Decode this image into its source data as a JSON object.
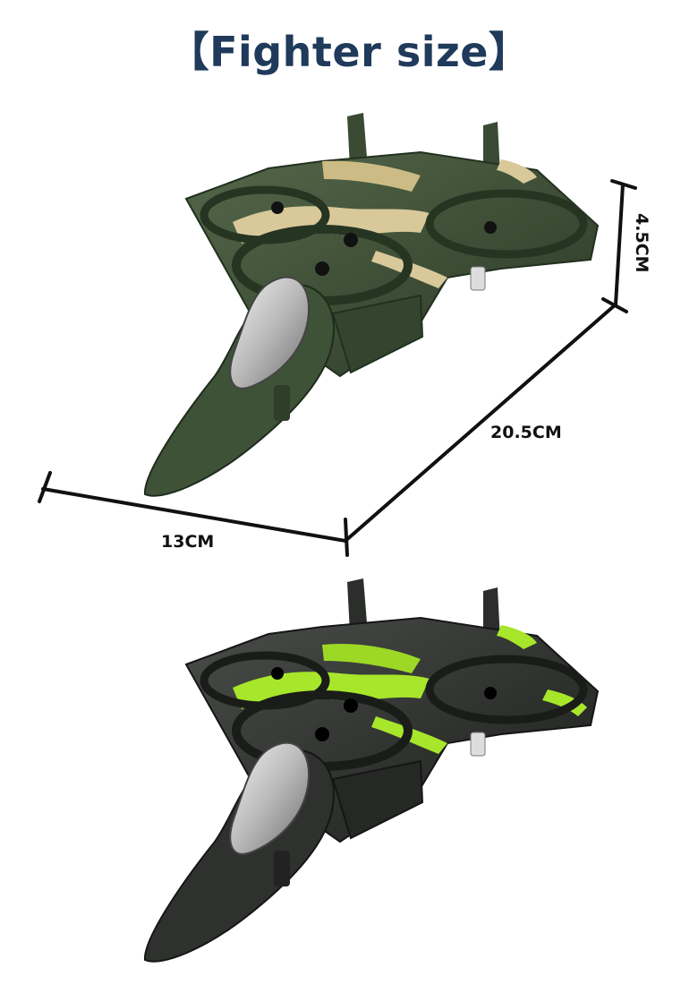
{
  "title": "【Fighter size】",
  "dimensions": {
    "width_label": "13CM",
    "length_label": "20.5CM",
    "height_label": "4.5CM"
  },
  "products": [
    {
      "name": "green camouflage fighter drone",
      "accent": "#d8c89a",
      "body": "#3c4d35"
    },
    {
      "name": "black and lime camouflage fighter drone",
      "accent": "#a7e62b",
      "body": "#2b2e2b"
    }
  ]
}
